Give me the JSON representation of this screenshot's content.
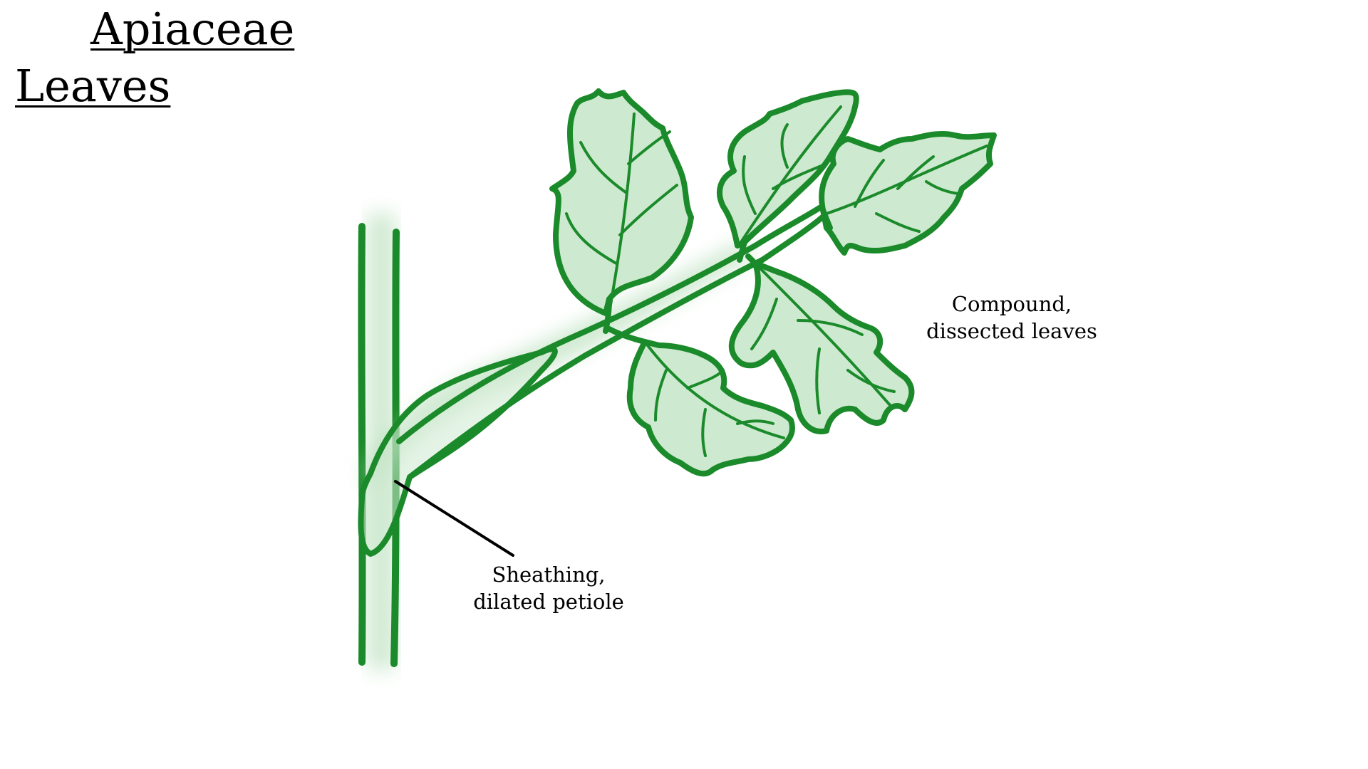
{
  "title": "Apiaceae",
  "subtitle": "Leaves",
  "labels": {
    "compound_leaves": [
      "Compound,",
      "dissected leaves"
    ],
    "sheathing_petiole": [
      "Sheathing,",
      "dilated petiole"
    ]
  },
  "colors": {
    "stroke": "#1a8a2a",
    "fill": "#a8d8ac",
    "leader": "#000000",
    "background": "#ffffff"
  }
}
